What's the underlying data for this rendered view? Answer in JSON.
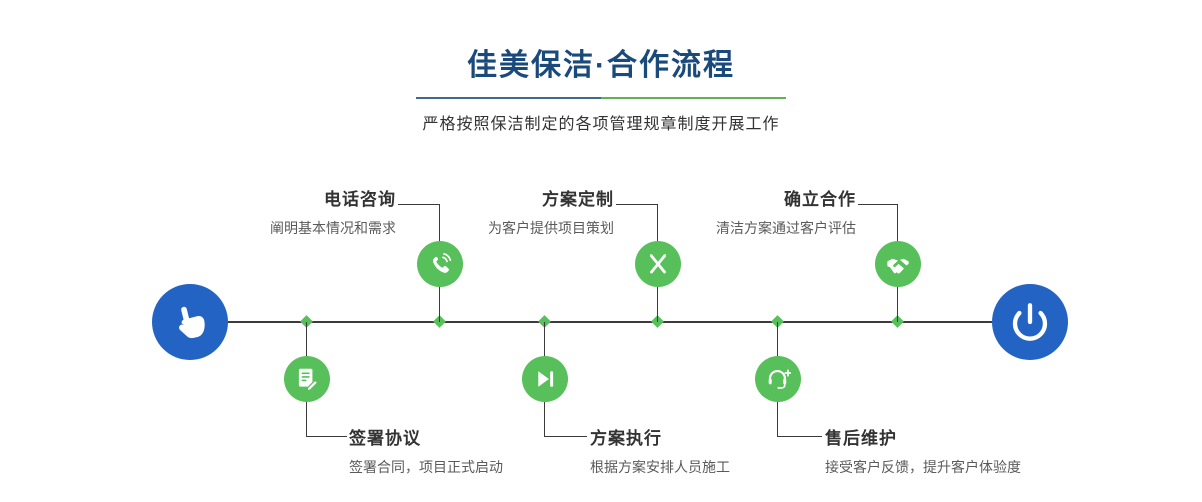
{
  "header": {
    "title": "佳美保洁·合作流程",
    "subtitle": "严格按照保洁制定的各项管理规章制度开展工作"
  },
  "timeline": {
    "start_icon": "pointing-hand-icon",
    "end_icon": "power-icon"
  },
  "steps": [
    {
      "label": "签署协议",
      "desc": "签署合同，项目正式启动",
      "icon": "contract-icon",
      "row": "bottom"
    },
    {
      "label": "电话咨询",
      "desc": "阐明基本情况和需求",
      "icon": "phone-icon",
      "row": "top"
    },
    {
      "label": "方案执行",
      "desc": "根据方案安排人员施工",
      "icon": "play-icon",
      "row": "bottom"
    },
    {
      "label": "方案定制",
      "desc": "为客户提供项目策划",
      "icon": "design-pens-icon",
      "row": "top"
    },
    {
      "label": "售后维护",
      "desc": "接受客户反馈，提升客户体验度",
      "icon": "headset-icon",
      "row": "bottom"
    },
    {
      "label": "确立合作",
      "desc": "清洁方案通过客户评估",
      "icon": "handshake-icon",
      "row": "top"
    }
  ],
  "colors": {
    "accent_blue": "#2263c4",
    "accent_green": "#57c05a",
    "title_navy": "#1a4a7c",
    "line_dark": "#3b3b3b"
  }
}
